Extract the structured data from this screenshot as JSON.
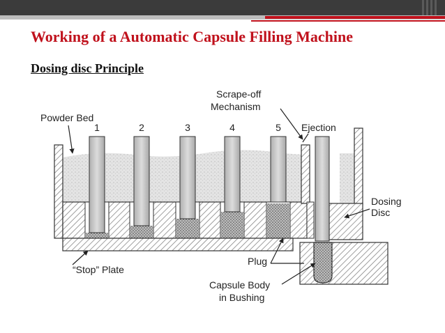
{
  "slide": {
    "title": "Working of a Automatic Capsule Filling Machine",
    "subtitle": "Dosing disc Principle"
  },
  "diagram": {
    "labels": {
      "powder_bed": "Powder Bed",
      "scrape_off_1": "Scrape-off",
      "scrape_off_2": "Mechanism",
      "ejection": "Ejection",
      "dosing_1": "Dosing",
      "dosing_2": "Disc",
      "stop_plate": "“Stop” Plate",
      "plug": "Plug",
      "capsule_1": "Capsule Body",
      "capsule_2": "in Bushing"
    },
    "stations": [
      "1",
      "2",
      "3",
      "4",
      "5"
    ]
  },
  "colors": {
    "title_red": "#c0111c",
    "bar_dark": "#3b3b3b"
  }
}
